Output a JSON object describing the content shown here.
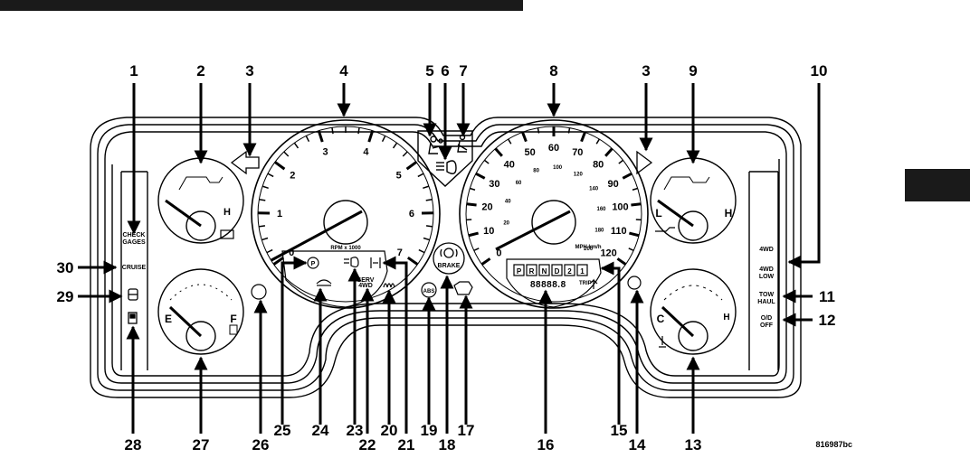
{
  "figure_id": "816987bc",
  "callouts": [
    "1",
    "2",
    "3",
    "4",
    "5",
    "6",
    "7",
    "8",
    "3",
    "9",
    "10",
    "11",
    "12",
    "13",
    "14",
    "15",
    "16",
    "17",
    "18",
    "19",
    "20",
    "21",
    "22",
    "23",
    "24",
    "25",
    "26",
    "27",
    "28",
    "29",
    "30"
  ],
  "panel_labels": {
    "check_gages_1": "CHECK",
    "check_gages_2": "GAGES",
    "cruise": "CRUISE",
    "fourwd": "4WD",
    "fourwd_low_1": "4WD",
    "fourwd_low_2": "LOW",
    "tow_haul_1": "TOW",
    "tow_haul_2": "HAUL",
    "od_off_1": "O/D",
    "od_off_2": "OFF",
    "brake": "BRAKE",
    "serv_4wd_1": "SERV",
    "serv_4wd_2": "4WD"
  },
  "gauges": {
    "oil": {
      "letter_low": "L",
      "letter_high": "H"
    },
    "temp": {
      "letter_low": "C",
      "letter_high": "H"
    },
    "voltage": {
      "letter_high": "H"
    },
    "fuel": {
      "letter_low": "E",
      "letter_high": "F"
    }
  },
  "tachometer": {
    "unit": "RPM x 1000",
    "ticks": [
      "0",
      "1",
      "2",
      "3",
      "4",
      "5",
      "6",
      "7"
    ]
  },
  "speedometer": {
    "unit": "MPH km/h",
    "mph_ticks": [
      "0",
      "10",
      "20",
      "30",
      "40",
      "50",
      "60",
      "70",
      "80",
      "90",
      "100",
      "110",
      "120"
    ],
    "kmh_ticks": [
      "20",
      "40",
      "60",
      "80",
      "100",
      "120",
      "140",
      "160",
      "180",
      "200"
    ]
  },
  "odometer": {
    "digits": "88888.8",
    "trip": "TRIP",
    "gears": [
      "P",
      "R",
      "N",
      "D",
      "2",
      "1"
    ]
  }
}
